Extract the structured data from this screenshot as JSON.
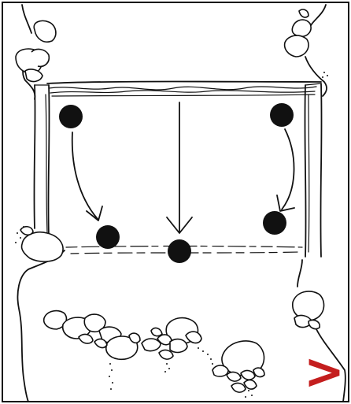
{
  "figure": {
    "colors": {
      "ink": "#111111",
      "background": "#ffffff",
      "marker": "#c41e1e"
    },
    "dots": [
      {
        "name": "dot-start-left"
      },
      {
        "name": "dot-start-right"
      },
      {
        "name": "dot-end-left"
      },
      {
        "name": "dot-end-center"
      },
      {
        "name": "dot-end-right"
      }
    ],
    "arrows": [
      {
        "name": "arrow-left-curved"
      },
      {
        "name": "arrow-center-straight"
      },
      {
        "name": "arrow-right-curved"
      }
    ],
    "corner_marker": ">"
  }
}
